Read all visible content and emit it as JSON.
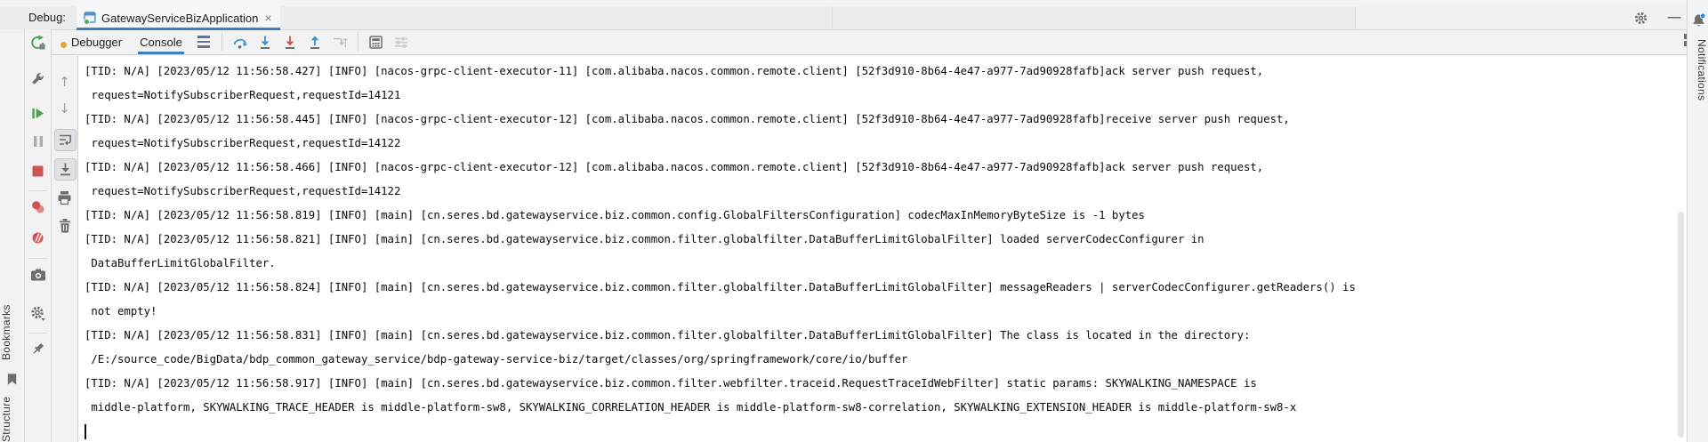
{
  "header": {
    "debug_label": "Debug:",
    "tab": {
      "title": "GatewayServiceBizApplication"
    }
  },
  "toolbar": {
    "tabs": [
      {
        "label": "Debugger"
      },
      {
        "label": "Console"
      }
    ]
  },
  "left_stripe": {
    "bookmarks_label": "Bookmarks",
    "structure_label": "Structure"
  },
  "right_stripe": {
    "notifications_label": "Notifications"
  },
  "icons": {
    "close": "×",
    "hide": "—",
    "prev_occurrence": "↑",
    "next_occurrence": "↓"
  },
  "colors": {
    "accent_blue": "#3c7fc2",
    "icon_blue": "#3993d0",
    "icon_red": "#c75450",
    "run_green": "#4ca157",
    "stop_red": "#d05353"
  },
  "console": {
    "lines": [
      "[TID: N/A] [2023/05/12 11:56:58.427] [INFO] [nacos-grpc-client-executor-11] [com.alibaba.nacos.common.remote.client] [52f3d910-8b64-4e47-a977-7ad90928fafb]ack server push request,",
      " request=NotifySubscriberRequest,requestId=14121",
      "[TID: N/A] [2023/05/12 11:56:58.445] [INFO] [nacos-grpc-client-executor-12] [com.alibaba.nacos.common.remote.client] [52f3d910-8b64-4e47-a977-7ad90928fafb]receive server push request,",
      " request=NotifySubscriberRequest,requestId=14122",
      "[TID: N/A] [2023/05/12 11:56:58.466] [INFO] [nacos-grpc-client-executor-12] [com.alibaba.nacos.common.remote.client] [52f3d910-8b64-4e47-a977-7ad90928fafb]ack server push request,",
      " request=NotifySubscriberRequest,requestId=14122",
      "[TID: N/A] [2023/05/12 11:56:58.819] [INFO] [main] [cn.seres.bd.gatewayservice.biz.common.config.GlobalFiltersConfiguration] codecMaxInMemoryByteSize is -1 bytes",
      "[TID: N/A] [2023/05/12 11:56:58.821] [INFO] [main] [cn.seres.bd.gatewayservice.biz.common.filter.globalfilter.DataBufferLimitGlobalFilter] loaded serverCodecConfigurer in",
      " DataBufferLimitGlobalFilter.",
      "[TID: N/A] [2023/05/12 11:56:58.824] [INFO] [main] [cn.seres.bd.gatewayservice.biz.common.filter.globalfilter.DataBufferLimitGlobalFilter] messageReaders | serverCodecConfigurer.getReaders() is",
      " not empty!",
      "[TID: N/A] [2023/05/12 11:56:58.831] [INFO] [main] [cn.seres.bd.gatewayservice.biz.common.filter.globalfilter.DataBufferLimitGlobalFilter] The class is located in the directory:",
      " /E:/source_code/BigData/bdp_common_gateway_service/bdp-gateway-service-biz/target/classes/org/springframework/core/io/buffer",
      "[TID: N/A] [2023/05/12 11:56:58.917] [INFO] [main] [cn.seres.bd.gatewayservice.biz.common.filter.webfilter.traceid.RequestTraceIdWebFilter] static params: SKYWALKING_NAMESPACE is",
      " middle-platform, SKYWALKING_TRACE_HEADER is middle-platform-sw8, SKYWALKING_CORRELATION_HEADER is middle-platform-sw8-correlation, SKYWALKING_EXTENSION_HEADER is middle-platform-sw8-x"
    ]
  }
}
